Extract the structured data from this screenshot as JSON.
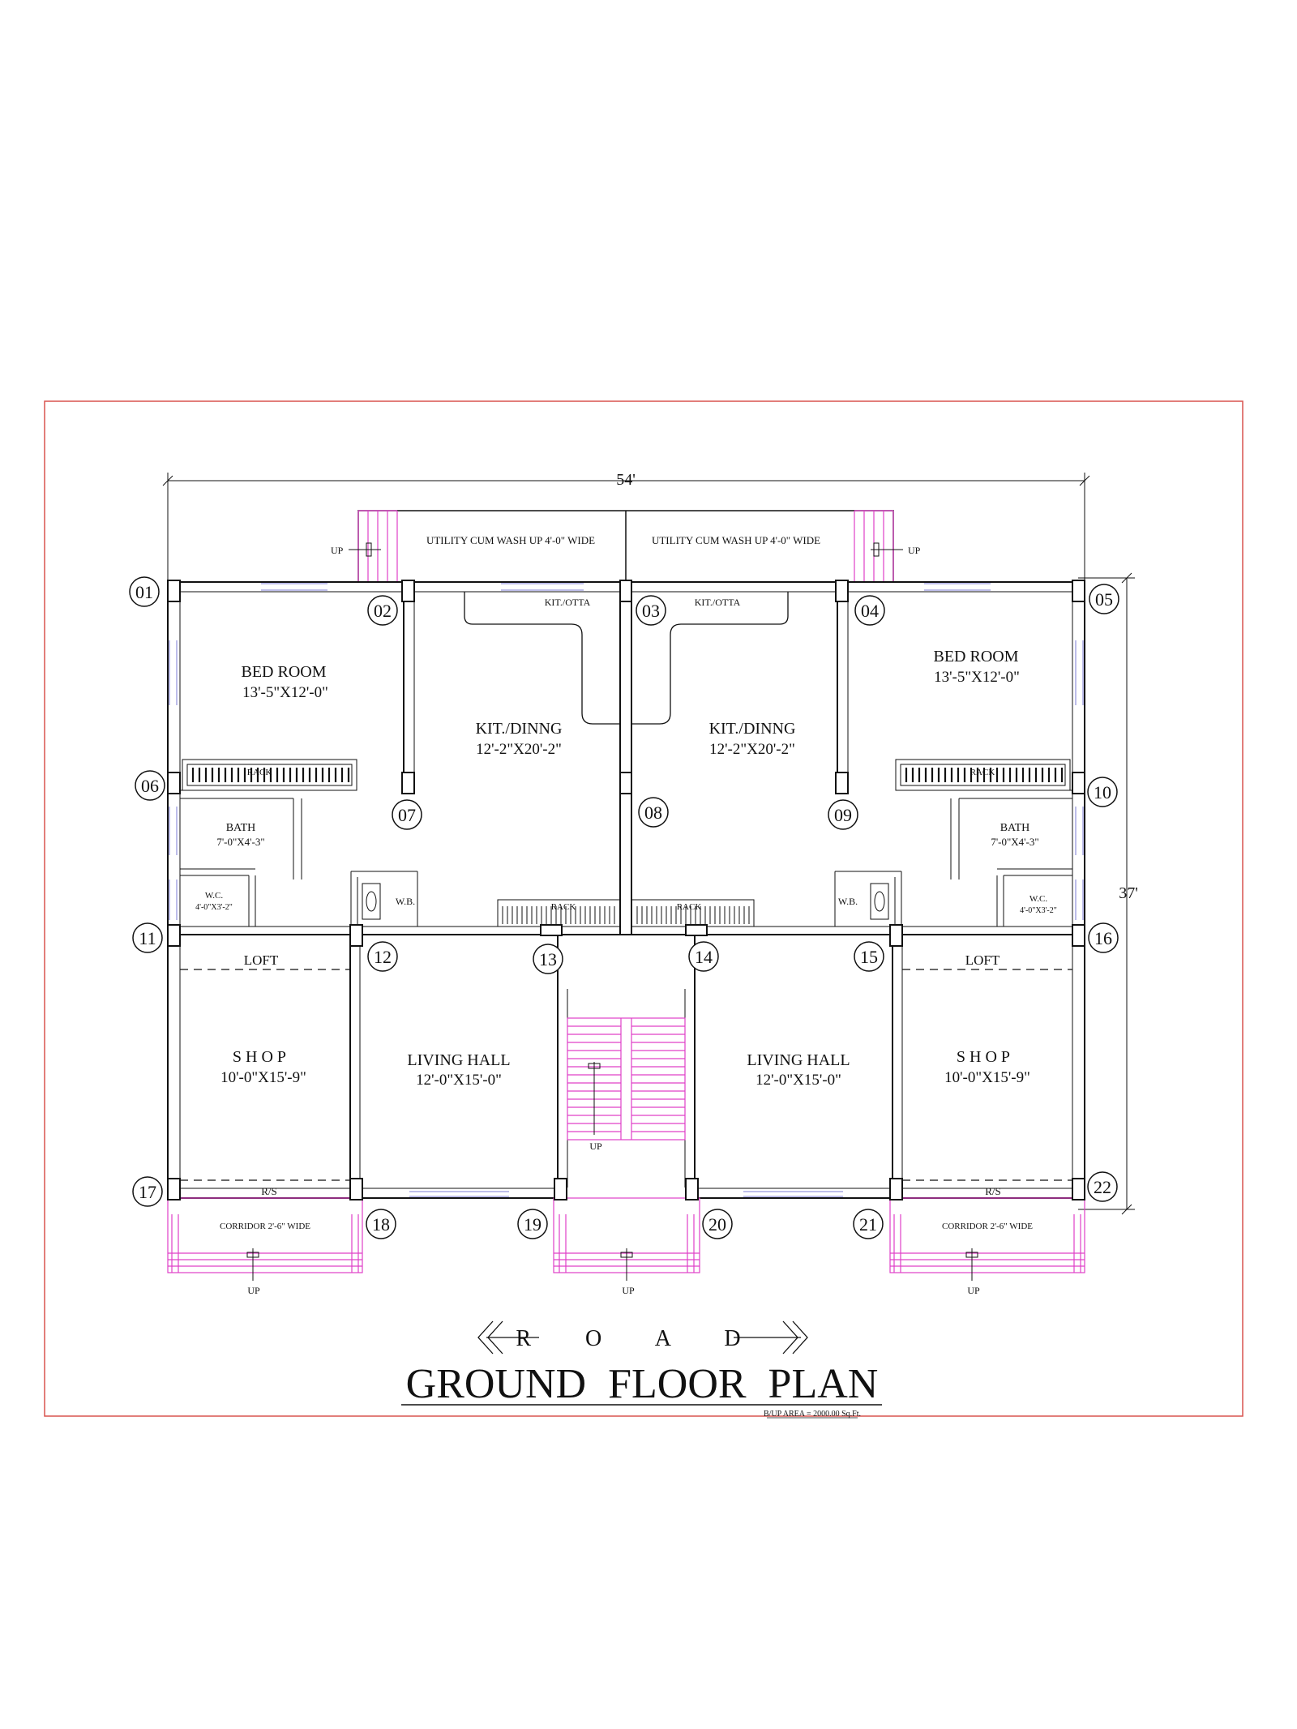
{
  "dimensions": {
    "width_label": "54'",
    "depth_label": "37'"
  },
  "utility": {
    "left": "UTILITY CUM WASH UP 4'-0\" WIDE",
    "right": "UTILITY CUM WASH UP 4'-0\" WIDE"
  },
  "rooms": {
    "bed_left": {
      "name": "BED ROOM",
      "size": "13'-5\"X12'-0\""
    },
    "bed_right": {
      "name": "BED ROOM",
      "size": "13'-5\"X12'-0\""
    },
    "kit_left": {
      "name": "KIT./DINNG",
      "size": "12'-2\"X20'-2\""
    },
    "kit_right": {
      "name": "KIT./DINNG",
      "size": "12'-2\"X20'-2\""
    },
    "bath_left": {
      "name": "BATH",
      "size": "7'-0\"X4'-3\""
    },
    "bath_right": {
      "name": "BATH",
      "size": "7'-0\"X4'-3\""
    },
    "wc_left": {
      "name": "W.C.",
      "size": "4'-0\"X3'-2\""
    },
    "wc_right": {
      "name": "W.C.",
      "size": "4'-0\"X3'-2\""
    },
    "shop_left": {
      "name": "S H O P",
      "size": "10'-0\"X15'-9\""
    },
    "shop_right": {
      "name": "S H O P",
      "size": "10'-0\"X15'-9\""
    },
    "living_left": {
      "name": "LIVING HALL",
      "size": "12'-0\"X15'-0\""
    },
    "living_right": {
      "name": "LIVING HALL",
      "size": "12'-0\"X15'-0\""
    }
  },
  "labels": {
    "kit_otta": "KIT./OTTA",
    "rack": "RACK",
    "wb": "W.B.",
    "loft": "LOFT",
    "rs": "R/S",
    "corridor": "CORRIDOR 2'-6\" WIDE",
    "up": "UP"
  },
  "columns": [
    "01",
    "02",
    "03",
    "04",
    "05",
    "06",
    "07",
    "08",
    "09",
    "10",
    "11",
    "12",
    "13",
    "14",
    "15",
    "16",
    "17",
    "18",
    "19",
    "20",
    "21",
    "22"
  ],
  "road": "R O A D",
  "title": "GROUND FLOOR PLAN",
  "area_note": "B/UP AREA = 2000.00 Sq.Ft.",
  "colors": {
    "wall": "#111111",
    "border": "#d9534f",
    "stair": "#e040c8",
    "window": "#7b7bd6"
  }
}
